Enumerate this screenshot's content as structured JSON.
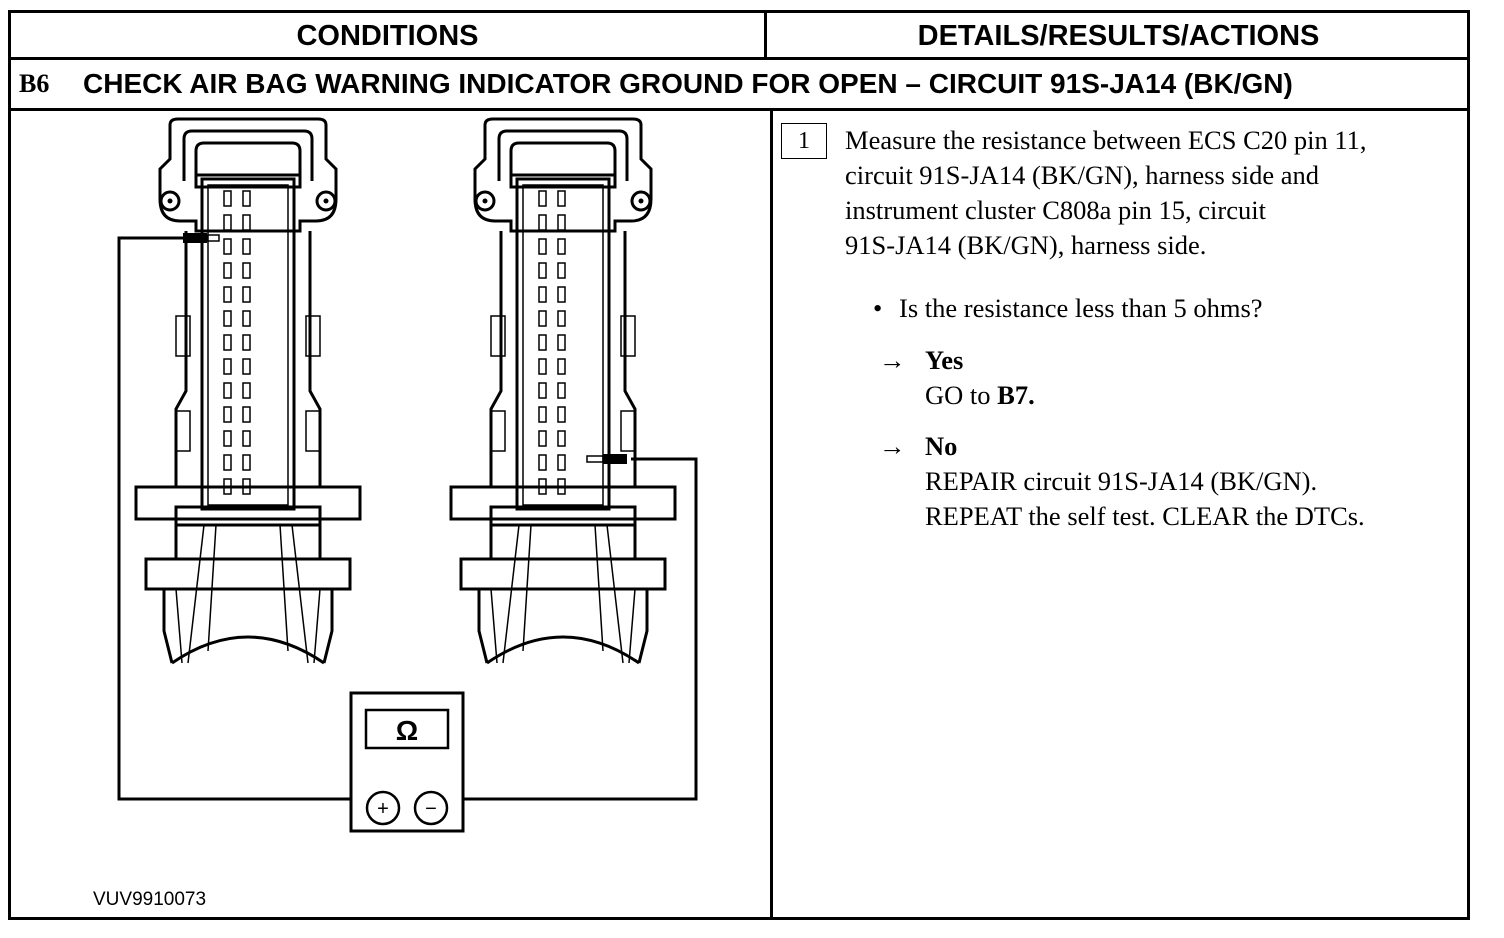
{
  "header": {
    "conditions": "CONDITIONS",
    "details": "DETAILS/RESULTS/ACTIONS"
  },
  "step": {
    "id": "B6",
    "title": "CHECK AIR BAG WARNING INDICATOR GROUND FOR OPEN – CIRCUIT 91S-JA14 (BK/GN)"
  },
  "figure": {
    "code": "VUV9910073",
    "meter_symbol": "Ω",
    "plus": "+",
    "minus": "−"
  },
  "details": {
    "step_number": "1",
    "instruction_lines": [
      "Measure the resistance between ECS C20 pin 11,",
      "circuit 91S-JA14 (BK/GN), harness side and",
      "instrument cluster C808a pin 15, circuit",
      "91S-JA14 (BK/GN), harness side."
    ],
    "question": "Is the resistance less than 5 ohms?",
    "yes": {
      "arrow": "→",
      "label": "Yes",
      "action_prefix": "GO to ",
      "action_target": "B7."
    },
    "no": {
      "arrow": "→",
      "label": "No",
      "lines": [
        "REPAIR circuit 91S-JA14 (BK/GN).",
        "REPEAT the self test. CLEAR the DTCs."
      ]
    }
  }
}
